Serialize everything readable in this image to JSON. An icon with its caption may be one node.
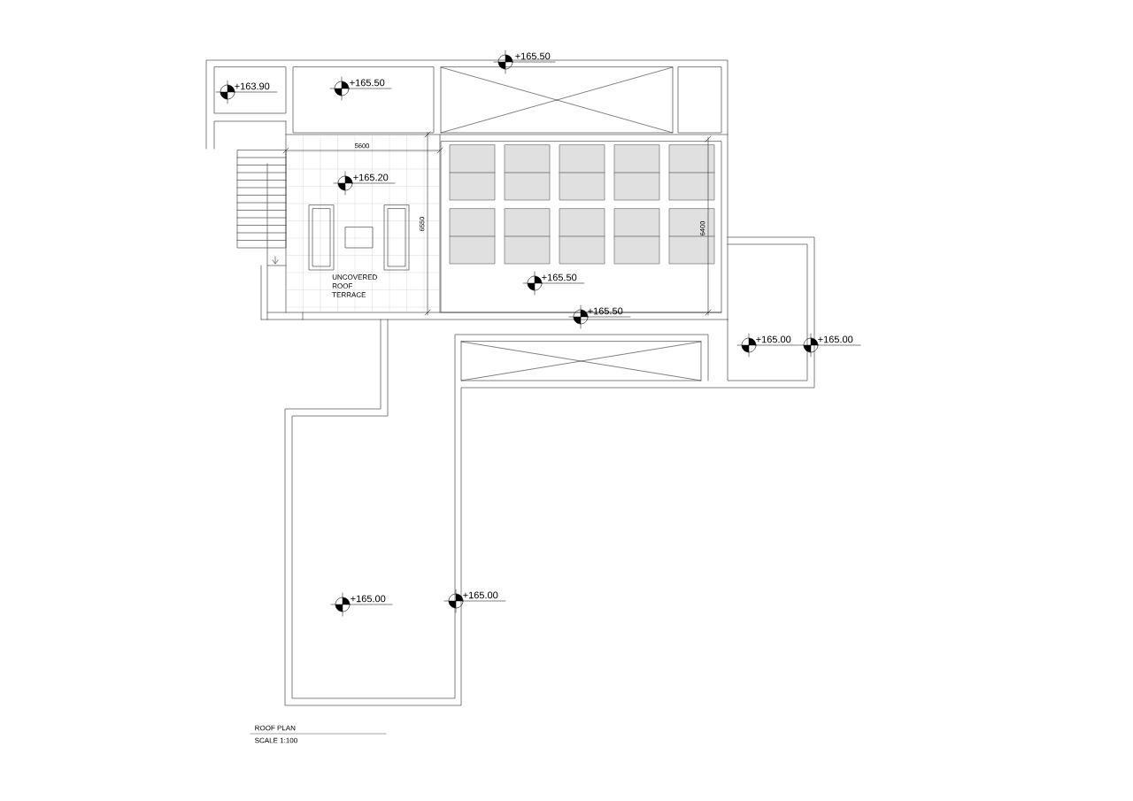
{
  "diagram": {
    "title": "ROOF PLAN",
    "caption": "SCALE 1:100",
    "labels": [
      "+165.50",
      "+163.90",
      "+165.50",
      "5600",
      "+165.20",
      "6550",
      "6400",
      "UNCOVERED ROOF TERRACE",
      "+165.50",
      "+165.50",
      "+165.00",
      "+165.00",
      "+165.00",
      "+165.00"
    ]
  }
}
